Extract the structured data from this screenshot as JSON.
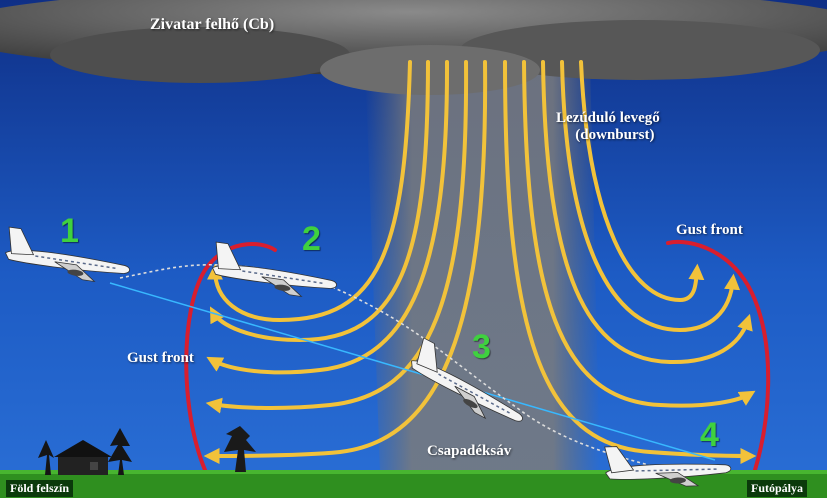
{
  "labels": {
    "cloud": "Zivatar felhő (Cb)",
    "downburst_line1": "Lezúduló levegő",
    "downburst_line2": "(downburst)",
    "gust_front_right": "Gust front",
    "gust_front_left": "Gust front",
    "precipitation": "Csapadéksáv",
    "ground": "Föld felszín",
    "runway": "Futópálya"
  },
  "positions": {
    "p1": "1",
    "p2": "2",
    "p3": "3",
    "p4": "4"
  },
  "colors": {
    "sky": "#1a4fb0",
    "cloud": "#555555",
    "downburst_arrows": "#f2c23a",
    "gust_front": "#d81e2e",
    "position_numbers": "#3fd13f",
    "ground": "#2f8f1f",
    "glide_path": "#38b8ff",
    "flight_path": "#dddddd"
  },
  "icons": [
    "airplane-icon",
    "house-icon",
    "tree-icon"
  ]
}
